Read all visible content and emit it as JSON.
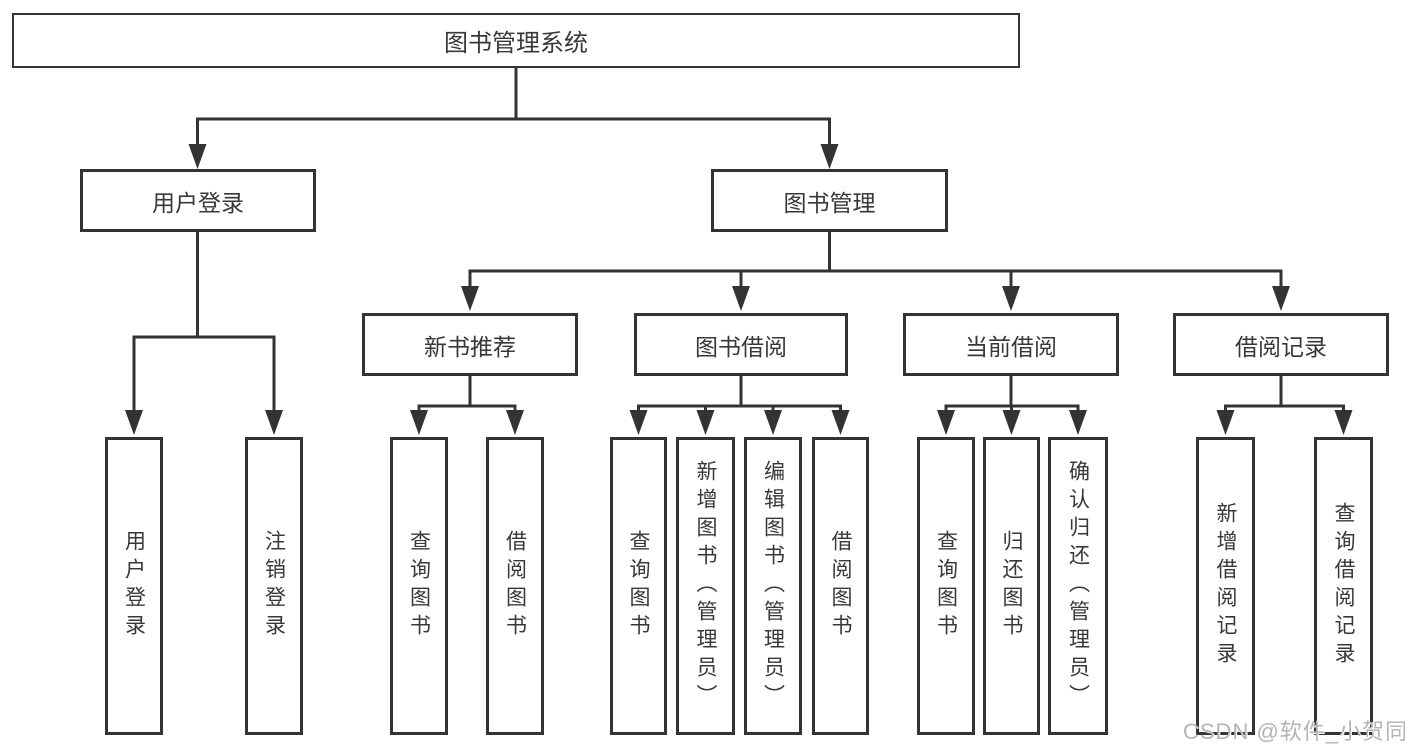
{
  "diagram": {
    "title": "图书管理系统",
    "root": {
      "label": "图书管理系统"
    },
    "level2": [
      {
        "id": "user-login",
        "label": "用户登录"
      },
      {
        "id": "book-management",
        "label": "图书管理"
      }
    ],
    "level3": [
      {
        "id": "new-book-recommend",
        "label": "新书推荐",
        "parent": "图书管理"
      },
      {
        "id": "book-borrow",
        "label": "图书借阅",
        "parent": "图书管理"
      },
      {
        "id": "current-borrow",
        "label": "当前借阅",
        "parent": "图书管理"
      },
      {
        "id": "borrow-records",
        "label": "借阅记录",
        "parent": "图书管理"
      }
    ],
    "leaves": [
      {
        "id": "user-login",
        "label": "用户登录",
        "parent": "用户登录"
      },
      {
        "id": "logout",
        "label": "注销登录",
        "parent": "用户登录"
      },
      {
        "id": "query-books-1",
        "label": "查询图书",
        "parent": "新书推荐"
      },
      {
        "id": "borrow-books-1",
        "label": "借阅图书",
        "parent": "新书推荐"
      },
      {
        "id": "query-books-2",
        "label": "查询图书",
        "parent": "图书借阅"
      },
      {
        "id": "add-book-admin",
        "label": "新增图书（管理员）",
        "parent": "图书借阅"
      },
      {
        "id": "edit-book-admin",
        "label": "编辑图书（管理员）",
        "parent": "图书借阅"
      },
      {
        "id": "borrow-books-2",
        "label": "借阅图书",
        "parent": "图书借阅"
      },
      {
        "id": "query-books-3",
        "label": "查询图书",
        "parent": "当前借阅"
      },
      {
        "id": "return-books",
        "label": "归还图书",
        "parent": "当前借阅"
      },
      {
        "id": "confirm-return-admin",
        "label": "确认归还（管理员）",
        "parent": "当前借阅"
      },
      {
        "id": "add-borrow-record",
        "label": "新增借阅记录",
        "parent": "借阅记录"
      },
      {
        "id": "query-borrow-record",
        "label": "查询借阅记录",
        "parent": "借阅记录"
      }
    ]
  },
  "watermark": "CSDN @软件_小贺同学",
  "colors": {
    "line": "#333333",
    "text": "#383838",
    "background": "#ffffff",
    "watermark": "#b4b4b4"
  }
}
